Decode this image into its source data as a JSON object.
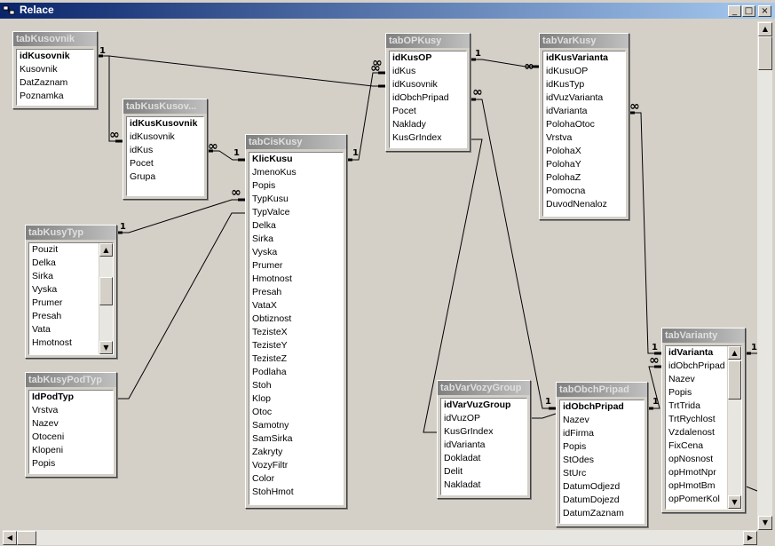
{
  "window": {
    "title": "Relace",
    "minimize": "_",
    "maximize": "□",
    "close": "×"
  },
  "tables": {
    "tabKusovnik": {
      "title": "tabKusovnik",
      "fields": [
        "idKusovnik",
        "Kusovnik",
        "DatZaznam",
        "Poznamka"
      ]
    },
    "tabKusKusovnik": {
      "title": "tabKusKusov...",
      "fields": [
        "idKusKusovnik",
        "idKusovnik",
        "idKus",
        "Pocet",
        "Grupa"
      ]
    },
    "tabCisKusy": {
      "title": "tabCisKusy",
      "fields": [
        "KlicKusu",
        "JmenoKus",
        "Popis",
        "TypKusu",
        "TypValce",
        "Delka",
        "Sirka",
        "Vyska",
        "Prumer",
        "Hmotnost",
        "Presah",
        "VataX",
        "Obtiznost",
        "TezisteX",
        "TezisteY",
        "TezisteZ",
        "Podlaha",
        "Stoh",
        "Klop",
        "Otoc",
        "Samotny",
        "SamSirka",
        "Zakryty",
        "VozyFiltr",
        "Color",
        "StohHmot"
      ]
    },
    "tabKusyTyp": {
      "title": "tabKusyTyp",
      "fields": [
        "Pouzit",
        "Delka",
        "Sirka",
        "Vyska",
        "Prumer",
        "Presah",
        "Vata",
        "Hmotnost"
      ]
    },
    "tabKusyPodTyp": {
      "title": "tabKusyPodTyp",
      "fields": [
        "IdPodTyp",
        "Vrstva",
        "Nazev",
        "Otoceni",
        "Klopeni",
        "Popis"
      ]
    },
    "tabOPKusy": {
      "title": "tabOPKusy",
      "fields": [
        "idKusOP",
        "idKus",
        "idKusovnik",
        "idObchPripad",
        "Pocet",
        "Naklady",
        "KusGrIndex"
      ]
    },
    "tabVarKusy": {
      "title": "tabVarKusy",
      "fields": [
        "idKusVarianta",
        "idKusuOP",
        "idKusTyp",
        "idVuzVarianta",
        "idVarianta",
        "PolohaOtoc",
        "Vrstva",
        "PolohaX",
        "PolohaY",
        "PolohaZ",
        "Pomocna",
        "DuvodNenaloz"
      ]
    },
    "tabVarVozyGroup": {
      "title": "tabVarVozyGroup",
      "fields": [
        "idVarVuzGroup",
        "idVuzOP",
        "KusGrIndex",
        "idVarianta",
        "Dokladat",
        "Delit",
        "Nakladat"
      ]
    },
    "tabObchPripad": {
      "title": "tabObchPripad",
      "fields": [
        "idObchPripad",
        "Nazev",
        "idFirma",
        "Popis",
        "StOdes",
        "StUrc",
        "DatumOdjezd",
        "DatumDojezd",
        "DatumZaznam"
      ]
    },
    "tabVarianty": {
      "title": "tabVarianty",
      "fields": [
        "idVarianta",
        "idObchPripad",
        "Nazev",
        "Popis",
        "TrtTrida",
        "TrtRychlost",
        "Vzdalenost",
        "FixCena",
        "opNosnost",
        "opHmotNpr",
        "opHmotBm",
        "opPomerKol"
      ]
    }
  },
  "relation_labels": {
    "one": "1",
    "many": "∞"
  },
  "colors": {
    "title_active": "#0a246a",
    "title_table": "#808080",
    "face": "#d4d0c8"
  }
}
